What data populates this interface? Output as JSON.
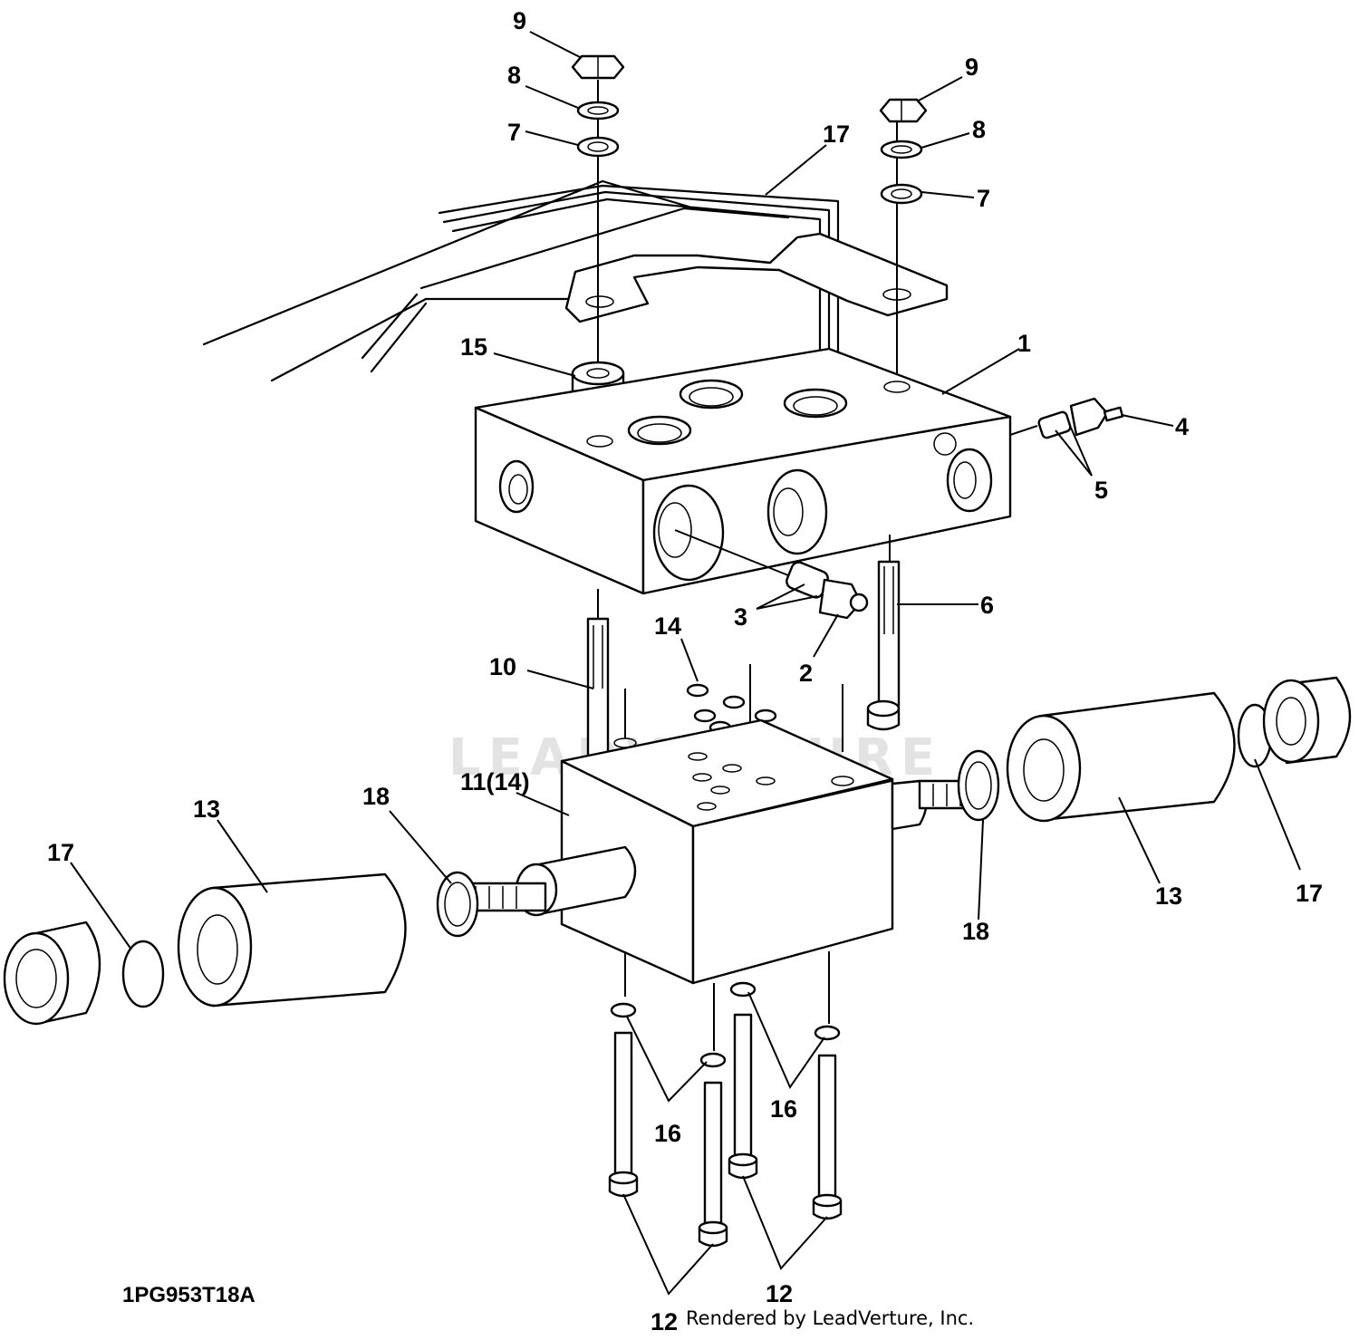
{
  "diagram_code": "1PG953T18A",
  "credit": "Rendered by LeadVerture, Inc.",
  "watermark": "LEADVENTURE",
  "callouts": {
    "c1": "1",
    "c2": "2",
    "c3": "3",
    "c4": "4",
    "c5": "5",
    "c6": "6",
    "c7a": "7",
    "c7b": "7",
    "c8a": "8",
    "c8b": "8",
    "c9a": "9",
    "c9b": "9",
    "c10": "10",
    "c11": "11(14)",
    "c12a": "12",
    "c12b": "12",
    "c13a": "13",
    "c13b": "13",
    "c14": "14",
    "c15": "15",
    "c16a": "16",
    "c16b": "16",
    "c17a": "17",
    "c17b": "17",
    "c17c": "17",
    "c18a": "18",
    "c18b": "18"
  }
}
